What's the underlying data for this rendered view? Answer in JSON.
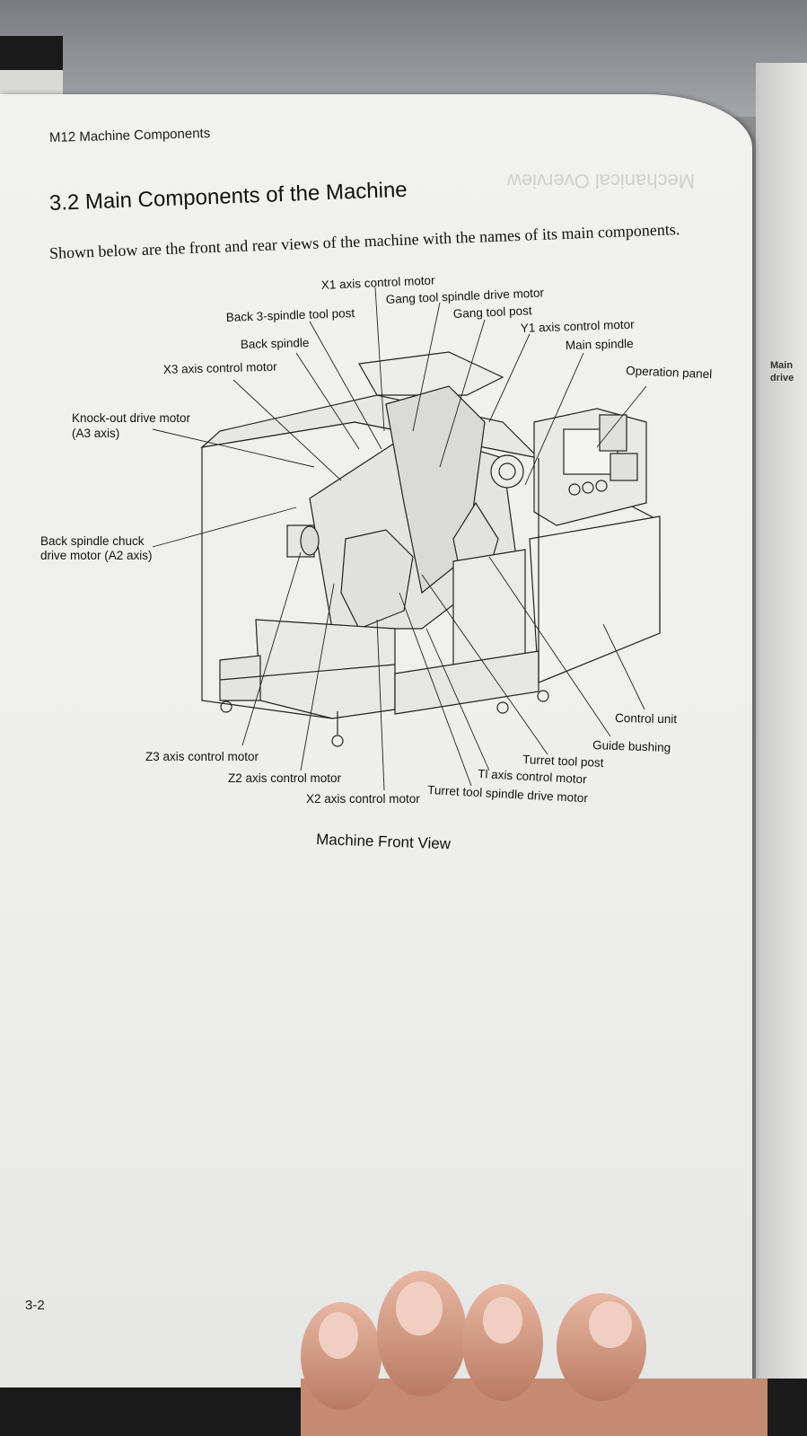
{
  "page": {
    "running_header": "M12 Machine Components",
    "section_title": "3.2 Main Components of the Machine",
    "intro_text": "Shown below are the front and rear views of the machine with the names of its main components.",
    "page_number": "3-2",
    "bleed_through_text": "Mechanical Overview"
  },
  "figure": {
    "caption": "Machine Front View",
    "labels": {
      "x1_motor": "X1 axis control motor",
      "gang_drive": "Gang tool spindle drive motor",
      "back3_post": "Back 3-spindle tool post",
      "gang_post": "Gang tool post",
      "y1_motor": "Y1 axis control motor",
      "back_spindle": "Back spindle",
      "main_spindle": "Main spindle",
      "x3_motor": "X3 axis control motor",
      "op_panel": "Operation panel",
      "knockout_1": "Knock-out drive motor",
      "knockout_2": "(A3 axis)",
      "chuck_1": "Back spindle chuck",
      "chuck_2": "drive motor (A2 axis)",
      "control_unit": "Control unit",
      "guide_bushing": "Guide bushing",
      "z3_motor": "Z3 axis control motor",
      "turret_post": "Turret tool post",
      "t1_motor": "Tl axis control motor",
      "z2_motor": "Z2 axis control motor",
      "turret_drive": "Turret tool spindle drive motor",
      "x2_motor": "X2 axis control motor"
    }
  },
  "right_page": {
    "fragment_1": "Main",
    "fragment_2": "drive"
  }
}
